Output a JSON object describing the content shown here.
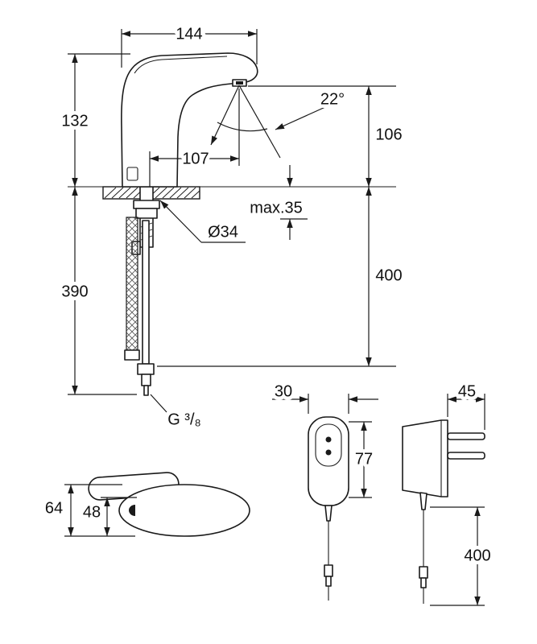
{
  "drawing": {
    "main_view": {
      "dim_width": "144",
      "dim_height": "132",
      "dim_spout_reach": "107",
      "dim_stream_angle": "22°",
      "dim_outlet_height": "106",
      "dim_max_deck_thickness": "max.35",
      "dim_hole_diameter": "Ø34",
      "dim_below_deck": "390",
      "dim_hose_drop": "400",
      "thread_label": "G ³/₈"
    },
    "top_view": {
      "dim_depth": "64",
      "dim_body_width": "48"
    },
    "power_supply_front": {
      "dim_width": "30",
      "dim_height": "77"
    },
    "power_supply_side": {
      "dim_depth": "45",
      "dim_cable_length": "400"
    }
  },
  "colors": {
    "line": "#1a1a1a",
    "background": "#ffffff"
  }
}
